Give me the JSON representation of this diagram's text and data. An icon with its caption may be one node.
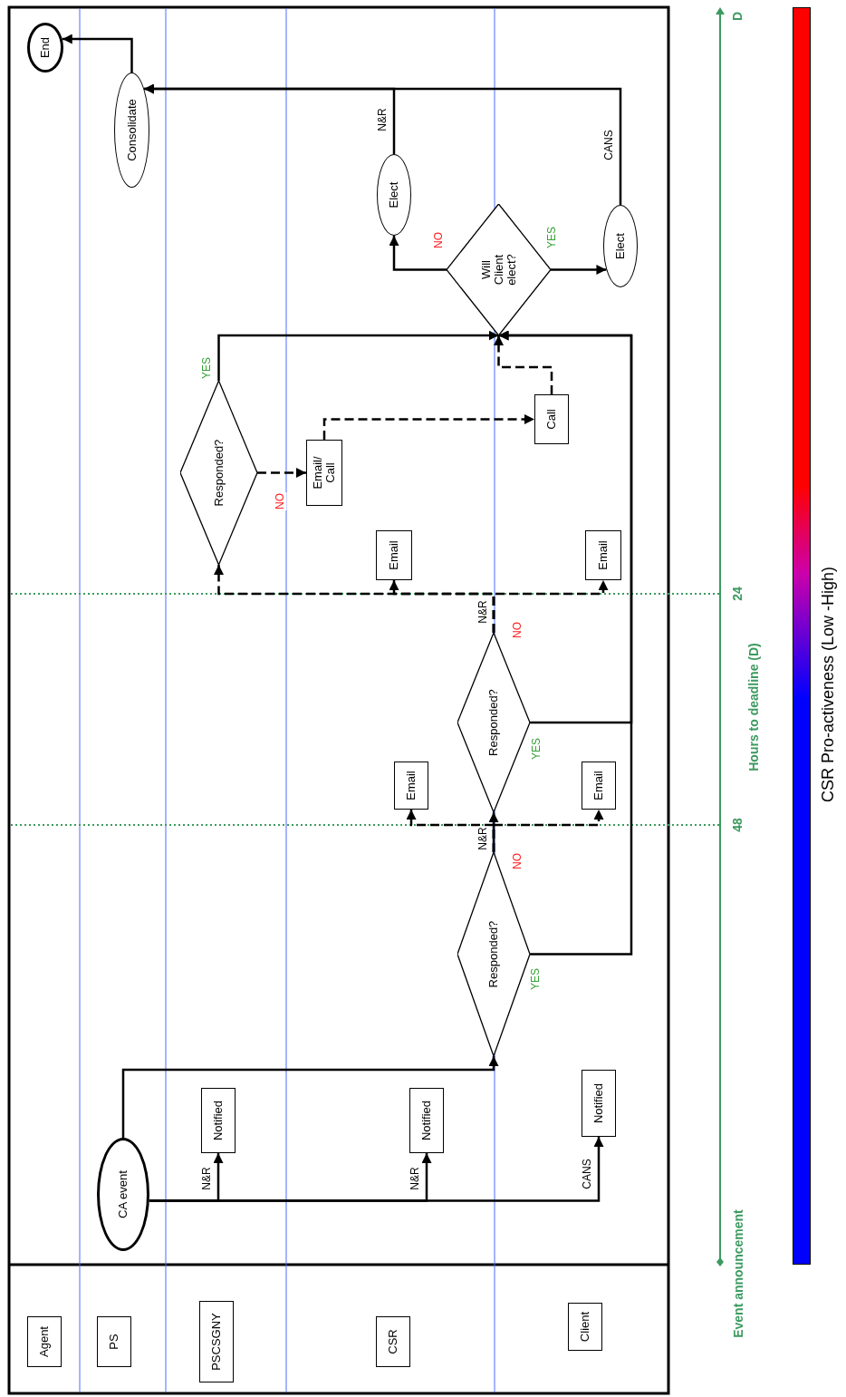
{
  "diagram": {
    "nodes": [
      {
        "text": [
          "Agent"
        ]
      },
      {
        "text": [
          "PS"
        ]
      },
      {
        "text": [
          "PSCSGNY"
        ]
      },
      {
        "text": [
          "CSR"
        ]
      },
      {
        "text": [
          "Client"
        ]
      },
      {
        "text": [
          "CA event"
        ]
      },
      {
        "text": [
          "Notified"
        ]
      },
      {
        "text": [
          "Notified"
        ]
      },
      {
        "text": [
          "Notified"
        ]
      },
      {
        "text": [
          "Responded?"
        ]
      },
      {
        "text": [
          "Email"
        ]
      },
      {
        "text": [
          "Email"
        ]
      },
      {
        "text": [
          "Responded?"
        ]
      },
      {
        "text": [
          "Email"
        ]
      },
      {
        "text": [
          "Email"
        ]
      },
      {
        "text": [
          "Responded?"
        ]
      },
      {
        "text": [
          "Email/ Call"
        ]
      },
      {
        "text": [
          "Call"
        ]
      },
      {
        "text": [
          "Will Client elect?"
        ]
      },
      {
        "text": [
          "Elect"
        ]
      },
      {
        "text": [
          "Elect"
        ]
      },
      {
        "text": [
          "Consolidate"
        ]
      },
      {
        "text": [
          "End"
        ]
      },
      {
        "text": [],
        "shape": "bar",
        "beside": [
          "CSR Pro-activeness (Low -High)"
        ]
      }
    ],
    "edges": [
      {
        "from": 5,
        "to": 6,
        "arrow": "to",
        "label": "N&R"
      },
      {
        "from": 5,
        "to": 7,
        "arrow": "to",
        "label": "N&R"
      },
      {
        "from": 5,
        "to": 8,
        "arrow": "to",
        "label": "CANS"
      },
      {
        "from": 5,
        "to": 9,
        "arrow": "to"
      },
      {
        "from": 9,
        "to": 12,
        "arrow": "to",
        "label": "NO"
      },
      {
        "from": 9,
        "to": 10,
        "arrow": "to",
        "style": "dashed"
      },
      {
        "from": 9,
        "to": 11,
        "arrow": "to",
        "style": "dashed"
      },
      {
        "from": 9,
        "to": 18,
        "arrow": "to",
        "label": "YES"
      },
      {
        "from": 12,
        "to": 18,
        "arrow": "to",
        "label": "YES"
      },
      {
        "from": 12,
        "to": 15,
        "arrow": "to",
        "style": "dashed",
        "label": "NO"
      },
      {
        "from": 12,
        "to": 13,
        "arrow": "to",
        "style": "dashed"
      },
      {
        "from": 12,
        "to": 14,
        "arrow": "to",
        "style": "dashed"
      },
      {
        "from": 15,
        "to": 18,
        "arrow": "to",
        "label": "YES"
      },
      {
        "from": 15,
        "to": 16,
        "arrow": "to",
        "style": "dashed",
        "label": "NO"
      },
      {
        "from": 16,
        "to": 17,
        "arrow": "to",
        "style": "dashed"
      },
      {
        "from": 17,
        "to": 18,
        "arrow": "to",
        "style": "dashed"
      },
      {
        "from": 18,
        "to": 19,
        "arrow": "to",
        "label": "NO"
      },
      {
        "from": 18,
        "to": 20,
        "arrow": "to",
        "label": "YES"
      },
      {
        "from": 19,
        "to": 21,
        "arrow": "to",
        "label": "N&R"
      },
      {
        "from": 20,
        "to": 21,
        "arrow": "to",
        "label": "CANS"
      },
      {
        "from": 21,
        "to": 22,
        "arrow": "to"
      }
    ],
    "labels": [
      "N&R",
      "N&R",
      "Event announcement",
      "48",
      "24",
      "D",
      "Hours to deadline (D)"
    ]
  }
}
